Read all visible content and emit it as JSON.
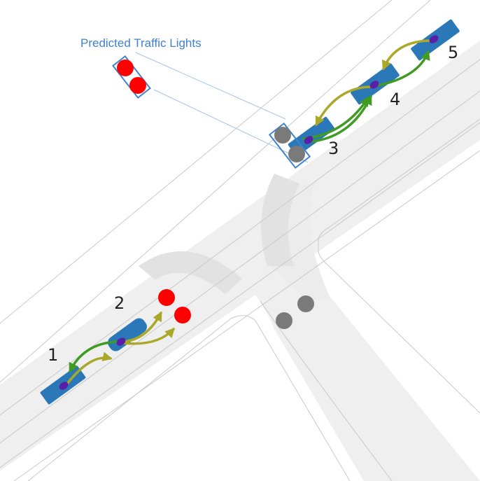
{
  "title": "Predicted Traffic Lights",
  "vehicles": [
    {
      "label": "1"
    },
    {
      "label": "2"
    },
    {
      "label": "3"
    },
    {
      "label": "4"
    },
    {
      "label": "5"
    }
  ],
  "colors": {
    "road": "#efefef",
    "lane_line": "#c9c9c9",
    "crosswalk": "#e2e2e2",
    "vehicle": "#2a78b8",
    "vehicle_marker": "#5a1fa8",
    "arrow_olive": "#a9a828",
    "arrow_green": "#3f9b22",
    "light_red": "#ff0000",
    "light_gray": "#7a7a7a",
    "highlight_box": "#3f82cf",
    "guide_line": "#9ec5e8"
  },
  "traffic_lights": {
    "predicted_states": [
      "red",
      "red"
    ],
    "scene_lights": [
      {
        "state": "red"
      },
      {
        "state": "red"
      },
      {
        "state": "gray"
      },
      {
        "state": "gray"
      },
      {
        "state": "gray"
      },
      {
        "state": "gray"
      }
    ]
  }
}
